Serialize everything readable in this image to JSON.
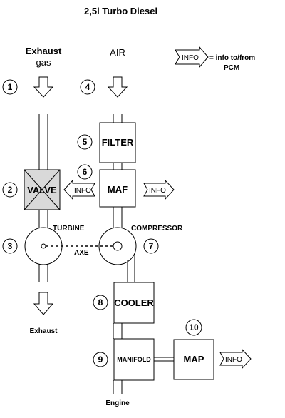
{
  "title": "2,5l Turbo Diesel",
  "labels": {
    "exhaust_gas_1": "Exhaust",
    "exhaust_gas_2": "gas",
    "air": "AIR",
    "turbine": "TURBINE",
    "compressor": "COMPRESSOR",
    "axe": "AXE",
    "exhaust_out": "Exhaust",
    "engine": "Engine"
  },
  "legend": {
    "info": "INFO",
    "line1": "= info to/from",
    "line2": "PCM"
  },
  "components": {
    "filter": "FILTER",
    "valve": "VALVE",
    "maf": "MAF",
    "cooler": "COOLER",
    "manifold": "MANIFOLD",
    "map": "MAP"
  },
  "info_arrows": {
    "valve_info": "INFO",
    "maf_info": "INFO",
    "map_info": "INFO"
  },
  "numbers": [
    "1",
    "2",
    "3",
    "4",
    "5",
    "6",
    "7",
    "8",
    "9",
    "10"
  ]
}
